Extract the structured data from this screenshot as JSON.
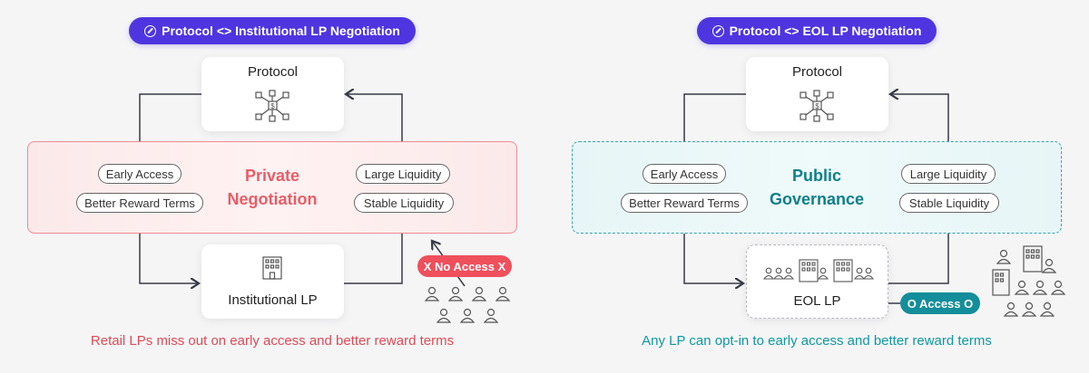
{
  "left": {
    "header": "Protocol <> Institutional LP Negotiation",
    "top_node": "Protocol",
    "bottom_node": "Institutional LP",
    "band_title_1": "Private",
    "band_title_2": "Negotiation",
    "left_tags": [
      "Early Access",
      "Better Reward Terms"
    ],
    "right_tags": [
      "Large Liquidity",
      "Stable Liquidity"
    ],
    "badge": "X No Access X",
    "caption": "Retail LPs miss out on early access and better reward terms"
  },
  "right": {
    "header": "Protocol <> EOL LP Negotiation",
    "top_node": "Protocol",
    "bottom_node": "EOL LP",
    "band_title_1": "Public",
    "band_title_2": "Governance",
    "left_tags": [
      "Early Access",
      "Better Reward Terms"
    ],
    "right_tags": [
      "Large Liquidity",
      "Stable Liquidity"
    ],
    "badge": "O Access O",
    "caption": "Any LP can opt-in to early access and better reward terms"
  },
  "colors": {
    "header_bg": "#4f35e0",
    "private_accent": "#e85d67",
    "public_accent": "#0d7f8c",
    "no_access_badge": "#f04f5c",
    "access_badge": "#138e9a",
    "caption_left": "#e04a55",
    "caption_right": "#0e98a4"
  },
  "icons": [
    "network-coin-icon",
    "building-icon",
    "people-group-icon",
    "buildings-people-icon",
    "slash-circle-icon"
  ]
}
